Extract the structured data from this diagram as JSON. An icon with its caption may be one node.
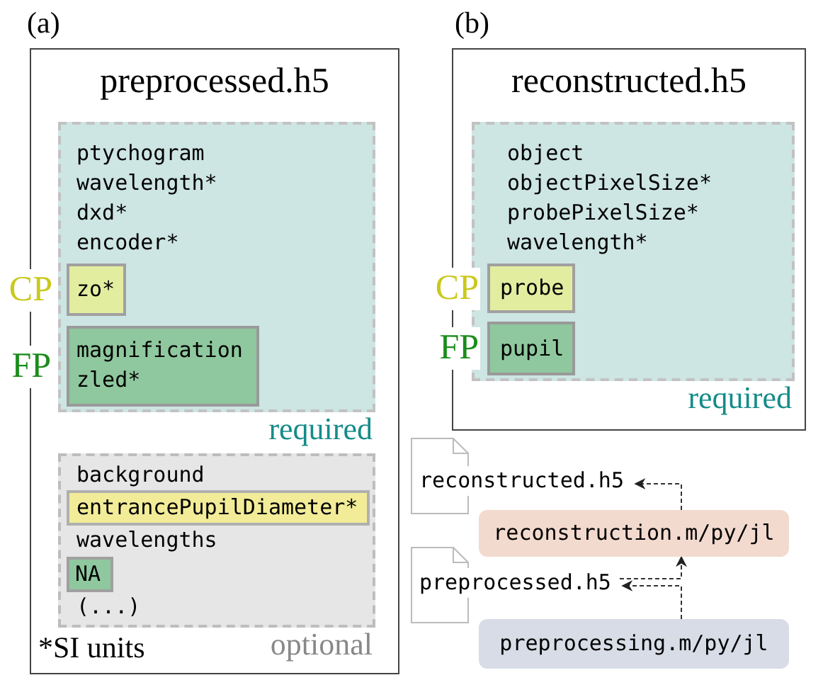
{
  "diagram": {
    "nodes": [
      {
        "text": [
          "preprocessed.h5"
        ]
      },
      {
        "text": [
          "ptychogram",
          "wavelength*",
          "dxd*",
          "encoder*",
          "required"
        ],
        "in": 0
      },
      {
        "text": [
          "zo*"
        ],
        "in": 1,
        "beside": [
          "CP"
        ]
      },
      {
        "text": [
          "magnification",
          "zled*"
        ],
        "in": 1,
        "beside": [
          "FP"
        ]
      },
      {
        "text": [
          "background",
          "wavelengths",
          "(...)",
          "optional"
        ],
        "in": 0
      },
      {
        "text": [
          "entrancePupilDiameter*"
        ],
        "in": 4
      },
      {
        "text": [
          "NA"
        ],
        "in": 4
      },
      {
        "text": [
          "reconstructed.h5"
        ]
      },
      {
        "text": [
          "object",
          "objectPixelSize*",
          "probePixelSize*",
          "wavelength*",
          "required"
        ],
        "in": 7
      },
      {
        "text": [
          "probe"
        ],
        "in": 8,
        "beside": [
          "CP"
        ]
      },
      {
        "text": [
          "pupil"
        ],
        "in": 8,
        "beside": [
          "FP"
        ]
      },
      {
        "text": [
          "reconstructed.h5"
        ]
      },
      {
        "text": [
          "reconstruction.m/py/jl"
        ]
      },
      {
        "text": [
          "preprocessed.h5"
        ]
      },
      {
        "text": [
          "preprocessing.m/py/jl"
        ]
      }
    ],
    "edges": [
      {
        "from": 12,
        "to": 11,
        "arrow": "to",
        "style": "dashed"
      },
      {
        "from": 13,
        "to": 12,
        "arrow": "to",
        "style": "dashed"
      },
      {
        "from": 14,
        "to": 13,
        "arrow": "to",
        "style": "dashed"
      }
    ],
    "labels": [
      "(a)",
      "(b)",
      "*SI units"
    ]
  }
}
